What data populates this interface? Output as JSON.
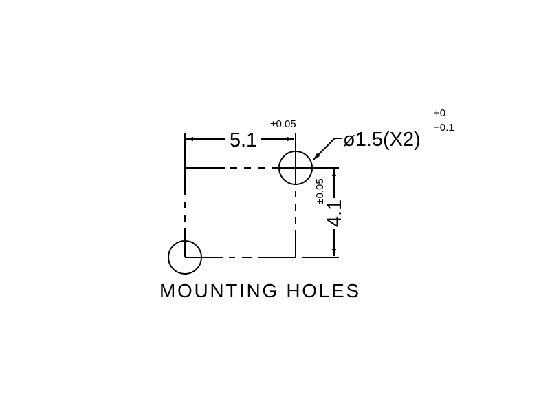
{
  "drawing": {
    "title": "MOUNTING HOLES",
    "horizontal_dimension": {
      "value": "5.1",
      "tolerance": "±0.05"
    },
    "vertical_dimension": {
      "value": "4.1",
      "tolerance": "±0.05"
    },
    "hole_callout": {
      "label": "ø1.5(X2)",
      "upper_tolerance": "+0",
      "lower_tolerance": "−0.1"
    }
  }
}
